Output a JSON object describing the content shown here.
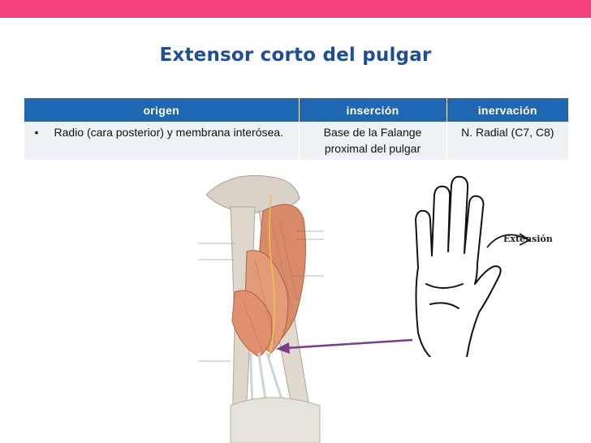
{
  "slide": {
    "title": "Extensor  corto del pulgar",
    "accent_color": "#f5427e",
    "title_color": "#1f4e96",
    "header_color": "#1f67b1"
  },
  "table": {
    "headers": [
      "origen",
      "inserción",
      "inervación"
    ],
    "row": {
      "origen_bullet": "•",
      "origen": "Radio (cara posterior) y membrana interósea.",
      "insercion": "Base de la Falange proximal del pulgar",
      "inervacion": "N. Radial (C7, C8)"
    }
  },
  "figures": {
    "hand_label": "Extensión"
  }
}
